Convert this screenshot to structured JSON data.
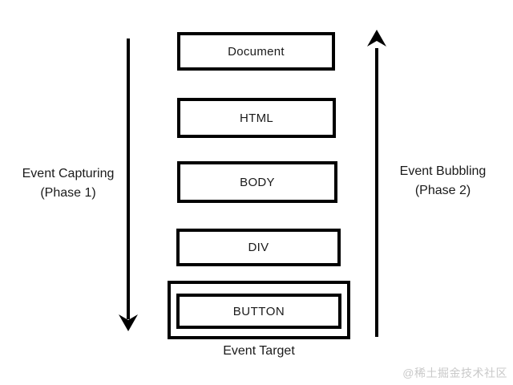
{
  "diagram": {
    "title_context": "DOM event flow diagram",
    "boxes": [
      {
        "label": "Document"
      },
      {
        "label": "HTML"
      },
      {
        "label": "BODY"
      },
      {
        "label": "DIV"
      },
      {
        "label": "BUTTON"
      }
    ],
    "left_label": {
      "line1": "Event Capturing",
      "line2": "(Phase 1)"
    },
    "right_label": {
      "line1": "Event Bubbling",
      "line2": "(Phase 2)"
    },
    "target_label": "Event Target",
    "watermark": "@稀土掘金技术社区",
    "colors": {
      "line": "#000000",
      "background": "#ffffff",
      "watermark": "#c9c9c9"
    }
  }
}
